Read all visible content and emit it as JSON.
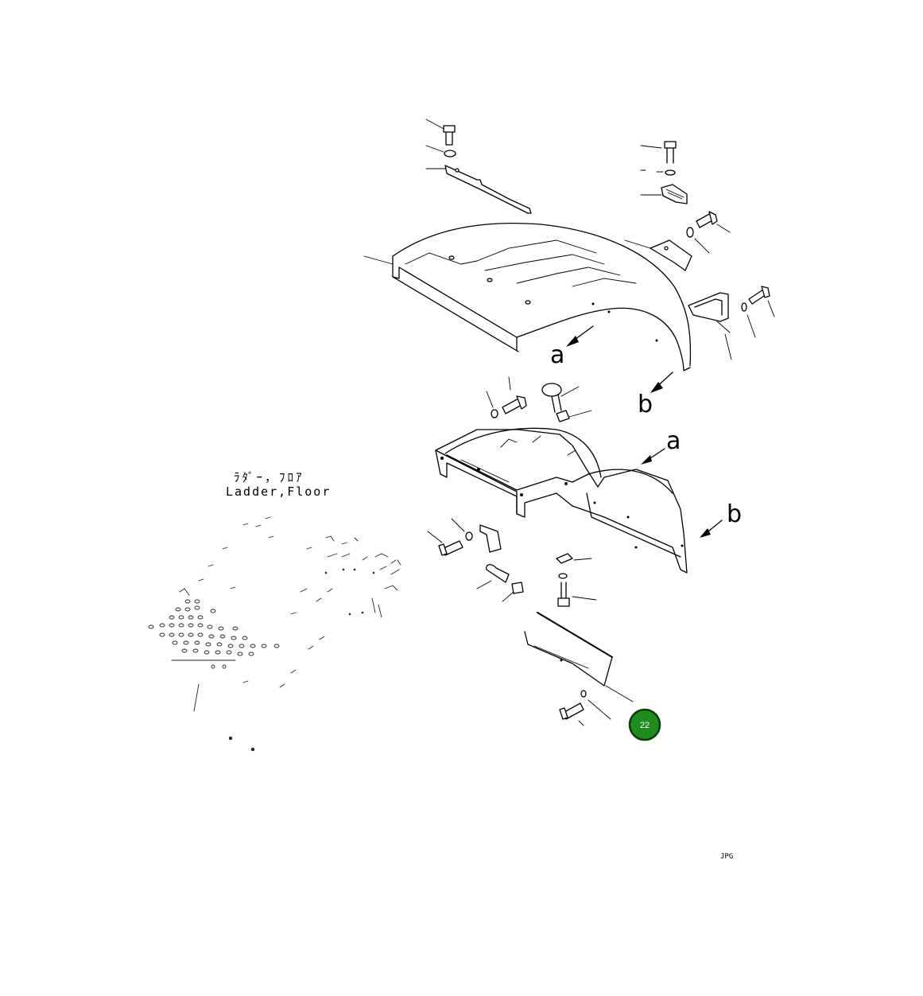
{
  "views": {
    "a_upper": "a",
    "b_upper": "b",
    "a_lower": "a",
    "b_lower": "b"
  },
  "reference": {
    "japanese": "ﾗﾀﾞｰ，ﾌﾛｱ",
    "english": "Ladder,Floor"
  },
  "drawing_code": "JPG",
  "callout": {
    "number": "22",
    "color": "#1e8c1e"
  },
  "icons": {
    "callout": "circle-callout-icon",
    "arrow": "arrow-icon"
  }
}
